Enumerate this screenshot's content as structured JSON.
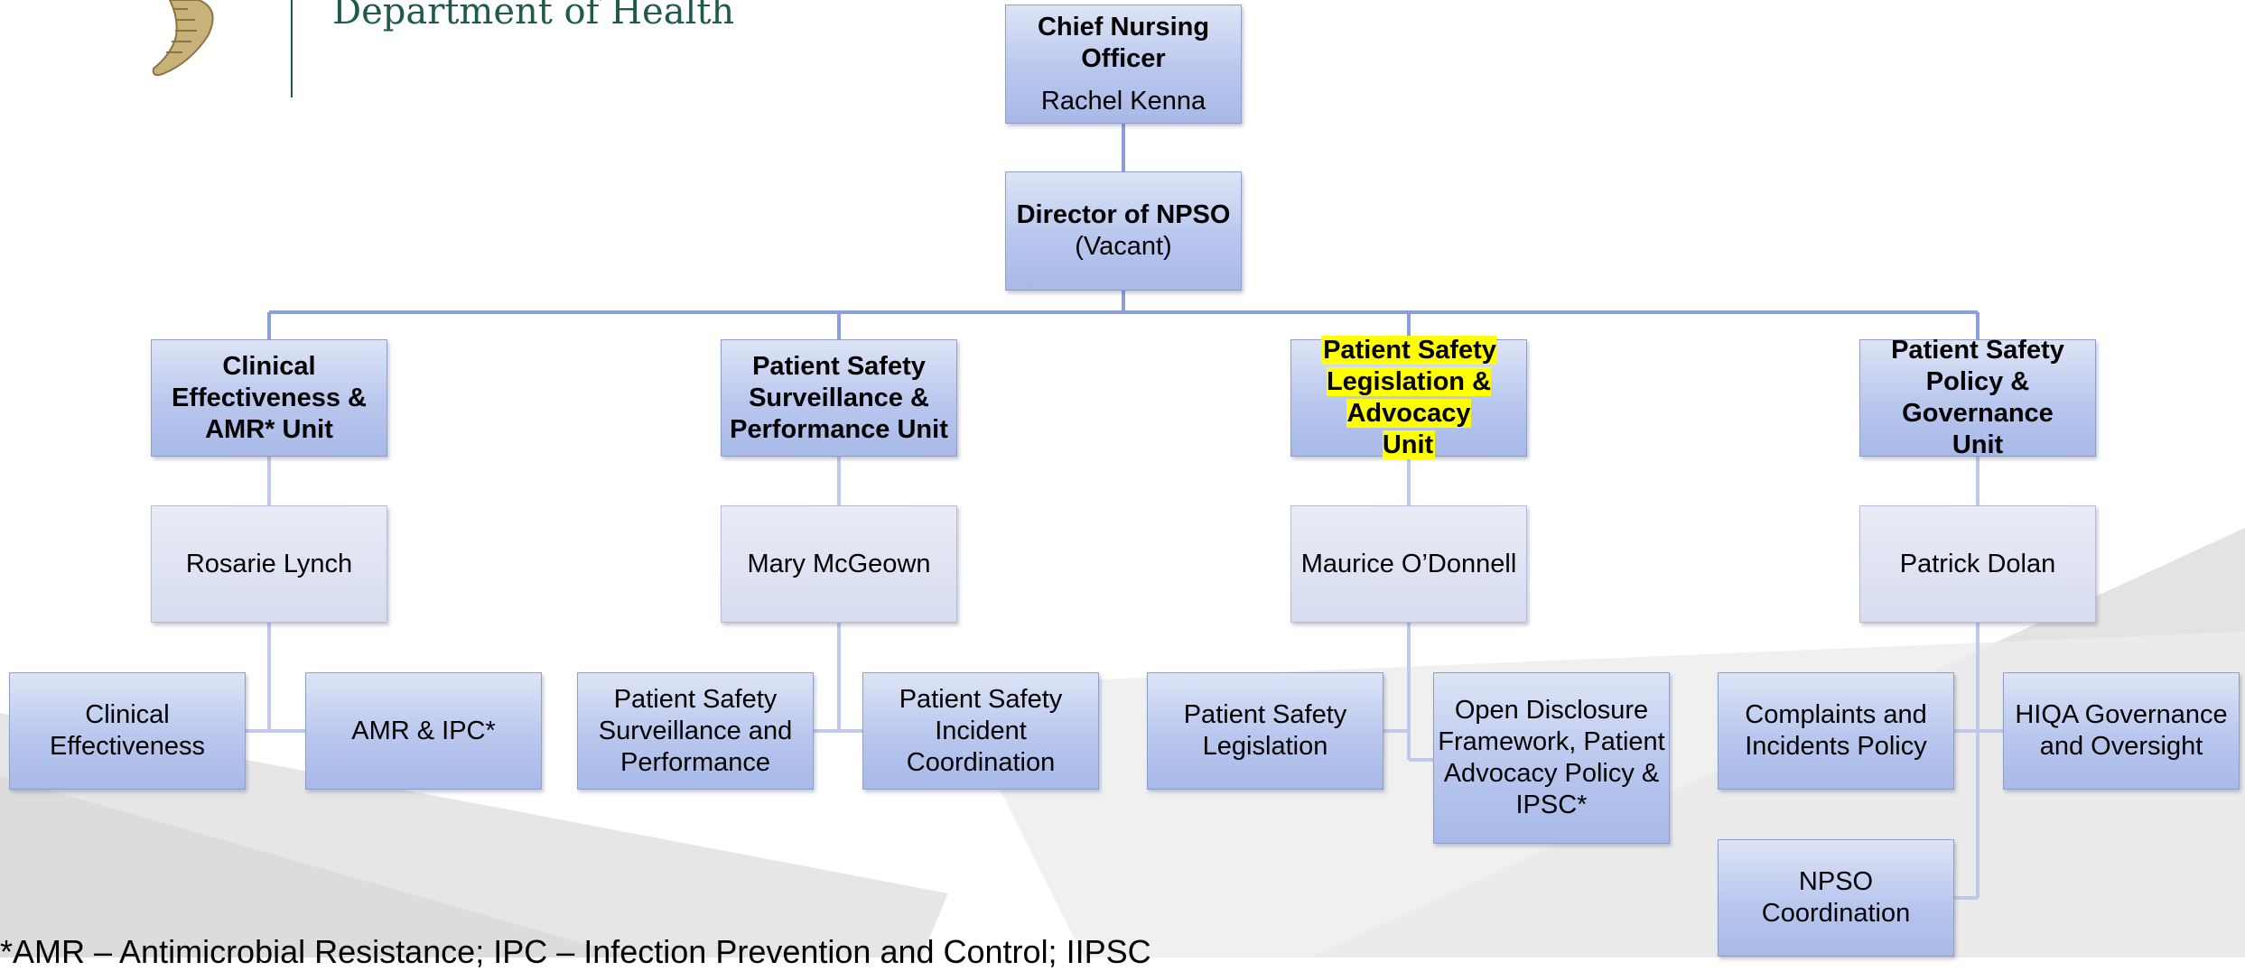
{
  "header": {
    "department": "Department of Health"
  },
  "root": {
    "title": "Chief Nursing Officer",
    "name": "Rachel Kenna"
  },
  "director": {
    "title": "Director of NPSO",
    "name": "(Vacant)"
  },
  "units": [
    {
      "title": "Clinical Effectiveness & AMR* Unit",
      "lead": "Rosarie Lynch",
      "teams": [
        "Clinical Effectiveness",
        "AMR & IPC*"
      ]
    },
    {
      "title": "Patient Safety Surveillance & Performance Unit",
      "lead": "Mary McGeown",
      "teams": [
        "Patient Safety Surveillance and Performance",
        "Patient Safety Incident Coordination"
      ]
    },
    {
      "title": "Patient Safety Legislation & Advocacy Unit",
      "lead": "Maurice O’Donnell",
      "teams": [
        "Patient Safety Legislation",
        "Open Disclosure Framework, Patient Advocacy Policy & IPSC*"
      ]
    },
    {
      "title": "Patient Safety Policy & Governance Unit",
      "lead": "Patrick Dolan",
      "teams": [
        "Complaints and Incidents Policy",
        "HIQA Governance and Oversight",
        "NPSO Coordination"
      ]
    }
  ],
  "footnote": "*AMR – Antimicrobial Resistance; IPC – Infection Prevention and Control; IIPSC"
}
